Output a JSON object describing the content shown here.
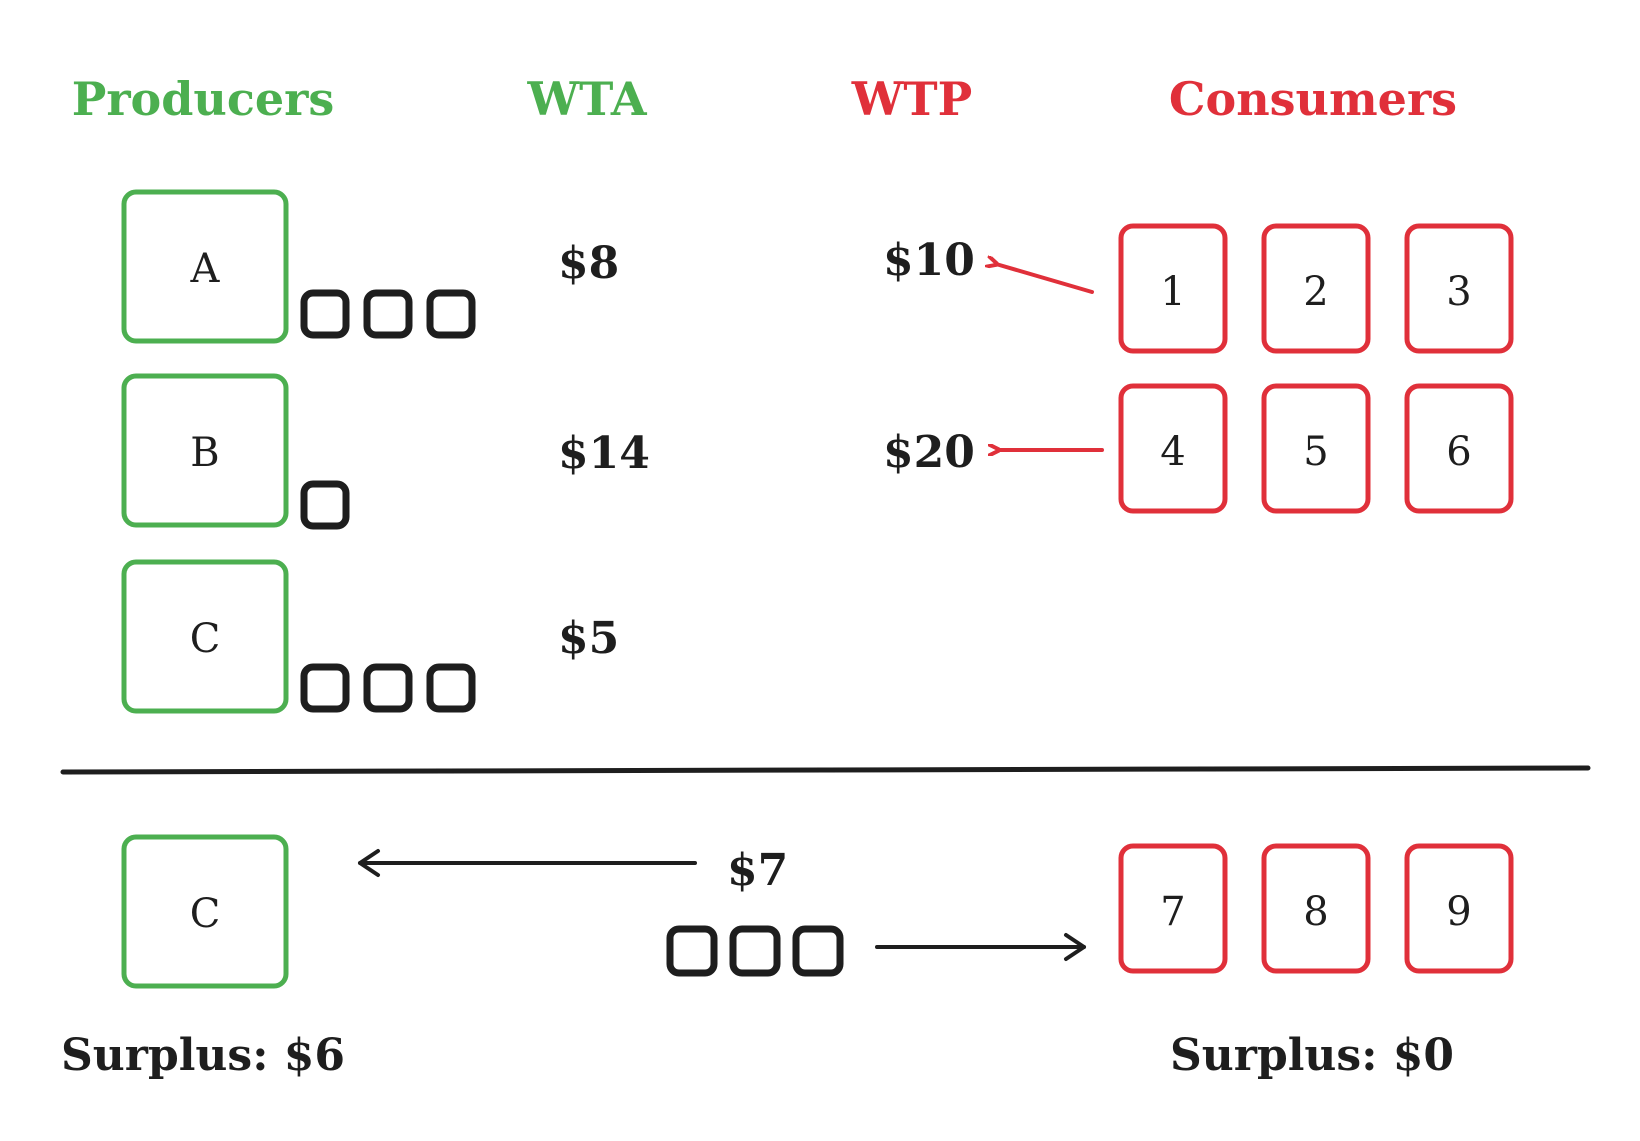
{
  "headers": {
    "producers": "Producers",
    "wta": "WTA",
    "wtp": "WTP",
    "consumers": "Consumers"
  },
  "colors": {
    "producer": "#4caf50",
    "consumer": "#e0303a",
    "ink": "#1e1e1e"
  },
  "producers": [
    {
      "label": "A",
      "wta": "$8",
      "units": 3
    },
    {
      "label": "B",
      "wta": "$14",
      "units": 1
    },
    {
      "label": "C",
      "wta": "$5",
      "units": 3
    }
  ],
  "wtp_rows": [
    {
      "value": "$10",
      "consumers": [
        "1",
        "2",
        "3"
      ]
    },
    {
      "value": "$20",
      "consumers": [
        "4",
        "5",
        "6"
      ]
    }
  ],
  "trade": {
    "producer": "C",
    "price": "$7",
    "units": 3,
    "consumers": [
      "7",
      "8",
      "9"
    ],
    "producer_surplus": "Surplus: $6",
    "consumer_surplus": "Surplus: $0"
  }
}
